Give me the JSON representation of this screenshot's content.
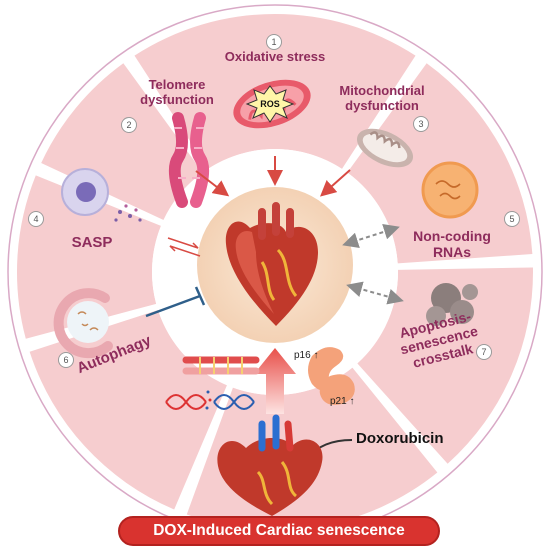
{
  "segments": [
    {
      "number": "1",
      "label": "Oxidative stress"
    },
    {
      "number": "2",
      "label_lines": [
        "Telomere",
        "dysfunction"
      ]
    },
    {
      "number": "3",
      "label_lines": [
        "Mitochondrial",
        "dysfunction"
      ]
    },
    {
      "number": "4",
      "label": "SASP"
    },
    {
      "number": "5",
      "label_lines": [
        "Non-coding",
        "RNAs"
      ]
    },
    {
      "number": "6",
      "label": "Autophagy"
    },
    {
      "number": "7",
      "label_lines": [
        "Apoptosis-",
        "senescence",
        "crosstalk"
      ]
    }
  ],
  "ros_label": "ROS",
  "markers": {
    "p16": "p16 ↑",
    "p21": "p21 ↑"
  },
  "drug": "Doxorubicin",
  "banner": "DOX-Induced Cardiac senescence",
  "colors": {
    "segment_fill": "#f6cdcf",
    "label_text": "#8e2c5c",
    "center_disc": "#f6dcc5",
    "arrow_red": "#d84a43",
    "arrow_grey": "#8c8c8c",
    "inhibit_blue": "#2f5f8a",
    "banner_red": "#d9332f"
  }
}
